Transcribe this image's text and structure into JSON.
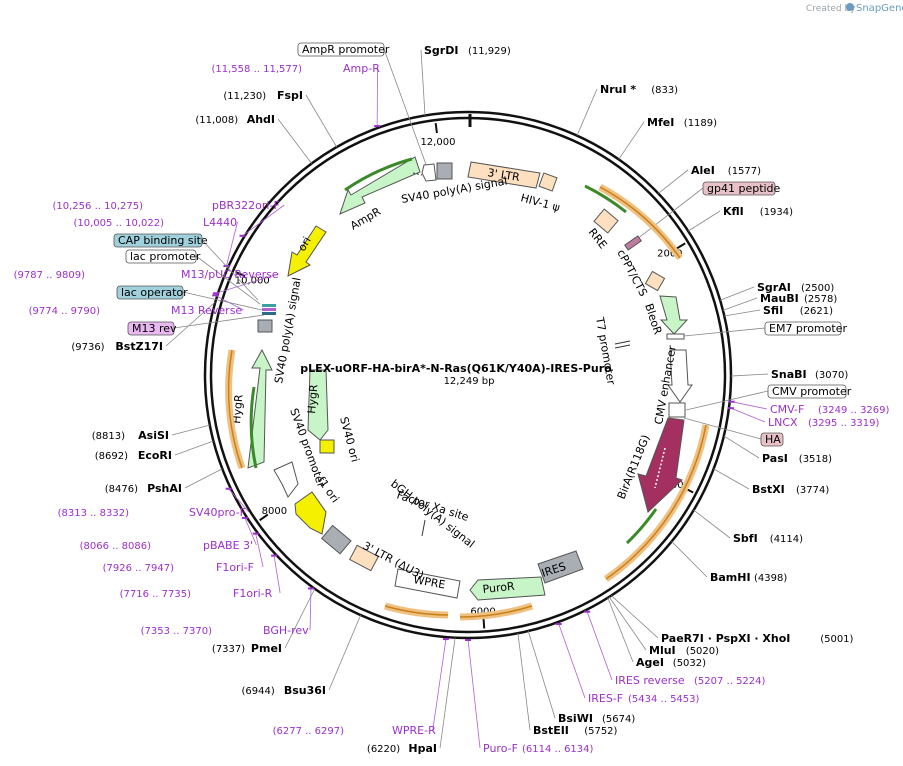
{
  "watermark": {
    "created_by": "Created by",
    "brand": "SnapGene"
  },
  "plasmid": {
    "name": "pLEX-uORF-HA-birA*-N-Ras(Q61K/Y40A)-IRES-Puro",
    "length_label": "12,249 bp",
    "length": 12249
  },
  "ticks": [
    {
      "bp": 2000,
      "label": "2000"
    },
    {
      "bp": 4000,
      "label": "4000"
    },
    {
      "bp": 6000,
      "label": "6000"
    },
    {
      "bp": 8000,
      "label": "8000"
    },
    {
      "bp": 10000,
      "label": "10,000"
    },
    {
      "bp": 12000,
      "label": "12,000"
    }
  ],
  "sites": [
    {
      "name": "SgrDI",
      "pos": "(11,929)",
      "bp": 11929,
      "side": "R"
    },
    {
      "name": "NruI *",
      "pos": "(833)",
      "bp": 833,
      "side": "R"
    },
    {
      "name": "MfeI",
      "pos": "(1189)",
      "bp": 1189,
      "side": "R"
    },
    {
      "name": "AleI",
      "pos": "(1577)",
      "bp": 1577,
      "side": "R"
    },
    {
      "name": "KflI",
      "pos": "(1934)",
      "bp": 1934,
      "side": "R"
    },
    {
      "name": "SgrAI",
      "pos": "(2500)",
      "bp": 2500,
      "side": "R"
    },
    {
      "name": "MauBI",
      "pos": "(2578)",
      "bp": 2578,
      "side": "R"
    },
    {
      "name": "SfiI",
      "pos": "(2621)",
      "bp": 2621,
      "side": "R"
    },
    {
      "name": "SnaBI",
      "pos": "(3070)",
      "bp": 3070,
      "side": "R"
    },
    {
      "name": "PasI",
      "pos": "(3518)",
      "bp": 3518,
      "side": "R"
    },
    {
      "name": "BstXI",
      "pos": "(3774)",
      "bp": 3774,
      "side": "R"
    },
    {
      "name": "SbfI",
      "pos": "(4114)",
      "bp": 4114,
      "side": "R"
    },
    {
      "name": "BamHI",
      "pos": "(4398)",
      "bp": 4398,
      "side": "R"
    },
    {
      "name": "PaeR7I · PspXI · XhoI",
      "pos": "(5001)",
      "bp": 5001,
      "side": "R"
    },
    {
      "name": "MluI",
      "pos": "(5020)",
      "bp": 5020,
      "side": "R"
    },
    {
      "name": "AgeI",
      "pos": "(5032)",
      "bp": 5032,
      "side": "R"
    },
    {
      "name": "BsiWI",
      "pos": "(5674)",
      "bp": 5674,
      "side": "R"
    },
    {
      "name": "BstEII",
      "pos": "(5752)",
      "bp": 5752,
      "side": "R"
    },
    {
      "name": "HpaI",
      "pos": "(6220)",
      "bp": 6220,
      "side": "L"
    },
    {
      "name": "Bsu36I",
      "pos": "(6944)",
      "bp": 6944,
      "side": "L"
    },
    {
      "name": "PmeI",
      "pos": "(7337)",
      "bp": 7337,
      "side": "L"
    },
    {
      "name": "PshAI",
      "pos": "(8476)",
      "bp": 8476,
      "side": "L"
    },
    {
      "name": "EcoRI",
      "pos": "(8692)",
      "bp": 8692,
      "side": "L"
    },
    {
      "name": "AsiSI",
      "pos": "(8813)",
      "bp": 8813,
      "side": "L"
    },
    {
      "name": "BstZ17I",
      "pos": "(9736)",
      "bp": 9736,
      "side": "L"
    },
    {
      "name": "AhdI",
      "pos": "(11,008)",
      "bp": 11008,
      "side": "L"
    },
    {
      "name": "FspI",
      "pos": "(11,230)",
      "bp": 11230,
      "side": "L"
    }
  ],
  "primers": [
    {
      "name": "Amp-R",
      "pos": "(11,558 .. 11,577)",
      "bp": 11567,
      "side": "L"
    },
    {
      "name": "pBR322ori-F",
      "pos": "(10,256 .. 10,275)",
      "bp": 10265,
      "side": "L"
    },
    {
      "name": "L4440",
      "pos": "(10,005 .. 10,022)",
      "bp": 10013,
      "side": "L"
    },
    {
      "name": "M13/pUC Reverse",
      "pos": "(9787 .. 9809)",
      "bp": 9798,
      "side": "L"
    },
    {
      "name": "M13 Reverse",
      "pos": "(9774 .. 9790)",
      "bp": 9782,
      "side": "L"
    },
    {
      "name": "SV40pro-F",
      "pos": "(8313 .. 8332)",
      "bp": 8322,
      "side": "L"
    },
    {
      "name": "pBABE 3'",
      "pos": "(8066 .. 8086)",
      "bp": 8076,
      "side": "L"
    },
    {
      "name": "F1ori-F",
      "pos": "(7926 .. 7947)",
      "bp": 7936,
      "side": "L"
    },
    {
      "name": "F1ori-R",
      "pos": "(7716 .. 7735)",
      "bp": 7725,
      "side": "L"
    },
    {
      "name": "BGH-rev",
      "pos": "(7353 .. 7370)",
      "bp": 7361,
      "side": "L"
    },
    {
      "name": "WPRE-R",
      "pos": "(6277 .. 6297)",
      "bp": 6287,
      "side": "L"
    },
    {
      "name": "Puro-F",
      "pos": "(6114 .. 6134)",
      "bp": 6124,
      "side": "R"
    },
    {
      "name": "IRES-F",
      "pos": "(5434 .. 5453)",
      "bp": 5443,
      "side": "R"
    },
    {
      "name": "IRES reverse",
      "pos": "(5207 .. 5224)",
      "bp": 5215,
      "side": "R"
    },
    {
      "name": "CMV-F",
      "pos": "(3249 .. 3269)",
      "bp": 3259,
      "side": "R"
    },
    {
      "name": "LNCX",
      "pos": "(3295 .. 3319)",
      "bp": 3307,
      "side": "R"
    }
  ],
  "boxed_labels": [
    {
      "name": "AmpR promoter",
      "bg": "#ffffff",
      "border": "#555555"
    },
    {
      "name": "gp41 peptide",
      "bg": "#e8c0c8",
      "border": "#555555"
    },
    {
      "name": "EM7 promoter",
      "bg": "#ffffff",
      "border": "#555555"
    },
    {
      "name": "CMV promoter",
      "bg": "#ffffff",
      "border": "#555555"
    },
    {
      "name": "HA",
      "bg": "#e8c0c8",
      "border": "#555555"
    },
    {
      "name": "CAP binding site",
      "bg": "#9fd0dc",
      "border": "#555555"
    },
    {
      "name": "lac promoter",
      "bg": "#ffffff",
      "border": "#555555"
    },
    {
      "name": "lac operator",
      "bg": "#9fd0dc",
      "border": "#555555"
    },
    {
      "name": "M13 rev",
      "bg": "#e8b8f0",
      "border": "#555555"
    }
  ],
  "features": [
    {
      "label": "3' LTR"
    },
    {
      "label": "HIV-1 ψ"
    },
    {
      "label": "RRE"
    },
    {
      "label": "cPPT/CTS"
    },
    {
      "label": "BleoR"
    },
    {
      "label": "T7 promoter"
    },
    {
      "label": "CMV enhancer"
    },
    {
      "label": "BirA(R118G)"
    },
    {
      "label": "IRES"
    },
    {
      "label": "PuroR"
    },
    {
      "label": "WPRE"
    },
    {
      "label": "3' LTR (ΔU3)"
    },
    {
      "label": "bGH poly(A) signal"
    },
    {
      "label": "Factor Xa site"
    },
    {
      "label": "f1 ori"
    },
    {
      "label": "SV40 promoter"
    },
    {
      "label": "HygR"
    },
    {
      "label": "SV40 poly(A) signal"
    },
    {
      "label": "ori"
    },
    {
      "label": "AmpR"
    },
    {
      "label": "SV40 poly(A) signal"
    },
    {
      "label": "HygR"
    },
    {
      "label": "SV40 ori"
    }
  ],
  "colors": {
    "enzyme_text": "#000000",
    "primer_text": "#9b30c8",
    "leader_line": "#888888",
    "backbone": "#111111"
  }
}
